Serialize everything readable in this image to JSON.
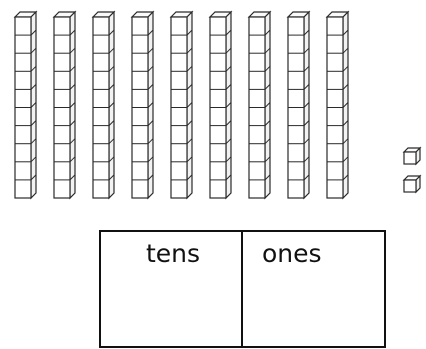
{
  "blocks": {
    "tens_rods": 9,
    "cubes_per_rod": 10,
    "ones_cubes": 2
  },
  "place_value_chart": {
    "headers": [
      "tens",
      "ones"
    ]
  }
}
